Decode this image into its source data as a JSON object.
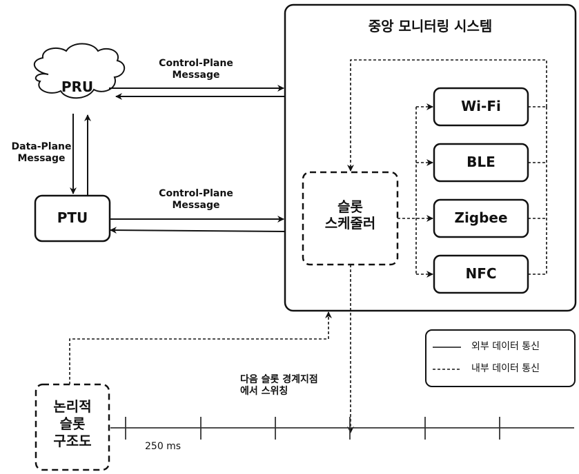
{
  "system": {
    "title": "중앙 모니터링 시스템",
    "scheduler_label_line1": "슬롯",
    "scheduler_label_line2": "스케줄러",
    "radios": [
      "Wi-Fi",
      "BLE",
      "Zigbee",
      "NFC"
    ]
  },
  "nodes": {
    "pru": "PRU",
    "ptu": "PTU"
  },
  "messages": {
    "control_plane_line1": "Control-Plane",
    "control_plane_line2": "Message",
    "data_plane_line1": "Data-Plane",
    "data_plane_line2": "Message"
  },
  "timeline": {
    "structure_label_line1": "논리적",
    "structure_label_line2": "슬롯",
    "structure_label_line3": "구조도",
    "interval_label": "250 ms",
    "switch_note_line1": "다음 슬롯 경계지점",
    "switch_note_line2": "에서 스위칭"
  },
  "legend": {
    "external_label": "외부 데이터 통신",
    "internal_label": "내부 데이터 통신"
  },
  "colors": {
    "stroke": "#111111",
    "background": "#ffffff"
  }
}
